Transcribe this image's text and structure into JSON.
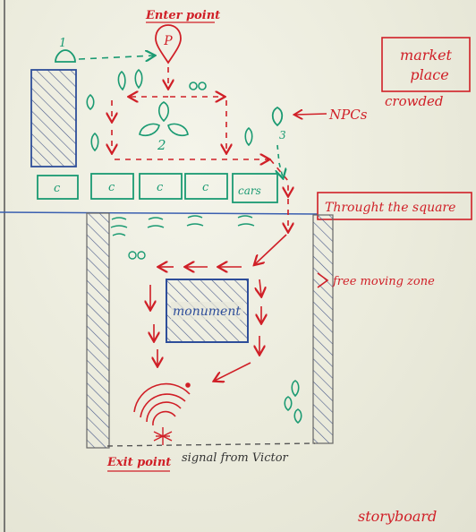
{
  "labels": {
    "enter_point": "Enter point",
    "market_place_line1": "market",
    "market_place_line2": "place",
    "crowded": "crowded",
    "npcs": "NPCs",
    "through_square": "Throught the square",
    "free_moving_zone": "free moving zone",
    "monument": "monument",
    "exit_point": "Exit point",
    "signal": "signal from Victor",
    "storyboard": "storyboard",
    "player_marker": "P",
    "car_small": "c",
    "cars": "cars",
    "num_1": "1",
    "num_2": "2",
    "num_3": "3"
  },
  "colors": {
    "red": "#d01f27",
    "green": "#1a9a72",
    "blue": "#2e4e9a",
    "board": "#ececdf"
  }
}
